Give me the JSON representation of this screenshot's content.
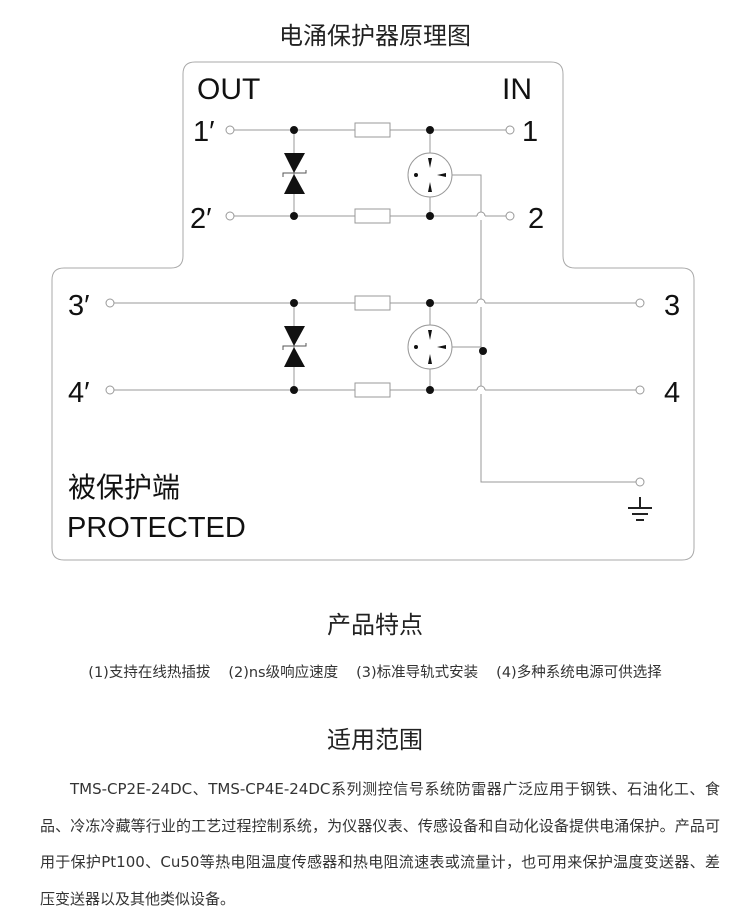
{
  "title": "电涌保护器原理图",
  "diagram": {
    "out_label": "OUT",
    "in_label": "IN",
    "left_terminals": [
      "1′",
      "2′",
      "3′",
      "4′"
    ],
    "right_terminals": [
      "1",
      "2",
      "3",
      "4"
    ],
    "protected_cn": "被保护端",
    "protected_en": "PROTECTED",
    "ground_icon": "ground-icon"
  },
  "features": {
    "heading": "产品特点",
    "items": [
      "(1)支持在线热插拔",
      "(2)ns级响应速度",
      "(3)标准导轨式安装",
      "(4)多种系统电源可供选择"
    ]
  },
  "application": {
    "heading": "适用范围",
    "text": "TMS-CP2E-24DC、TMS-CP4E-24DC系列测控信号系统防雷器广泛应用于钢铁、石油化工、食品、冷冻冷藏等行业的工艺过程控制系统，为仪器仪表、传感设备和自动化设备提供电涌保护。产品可用于保护Pt100、Cu50等热电阻温度传感器和热电阻流速表或流量计，也可用来保护温度变送器、差压变送器以及其他类似设备。"
  }
}
